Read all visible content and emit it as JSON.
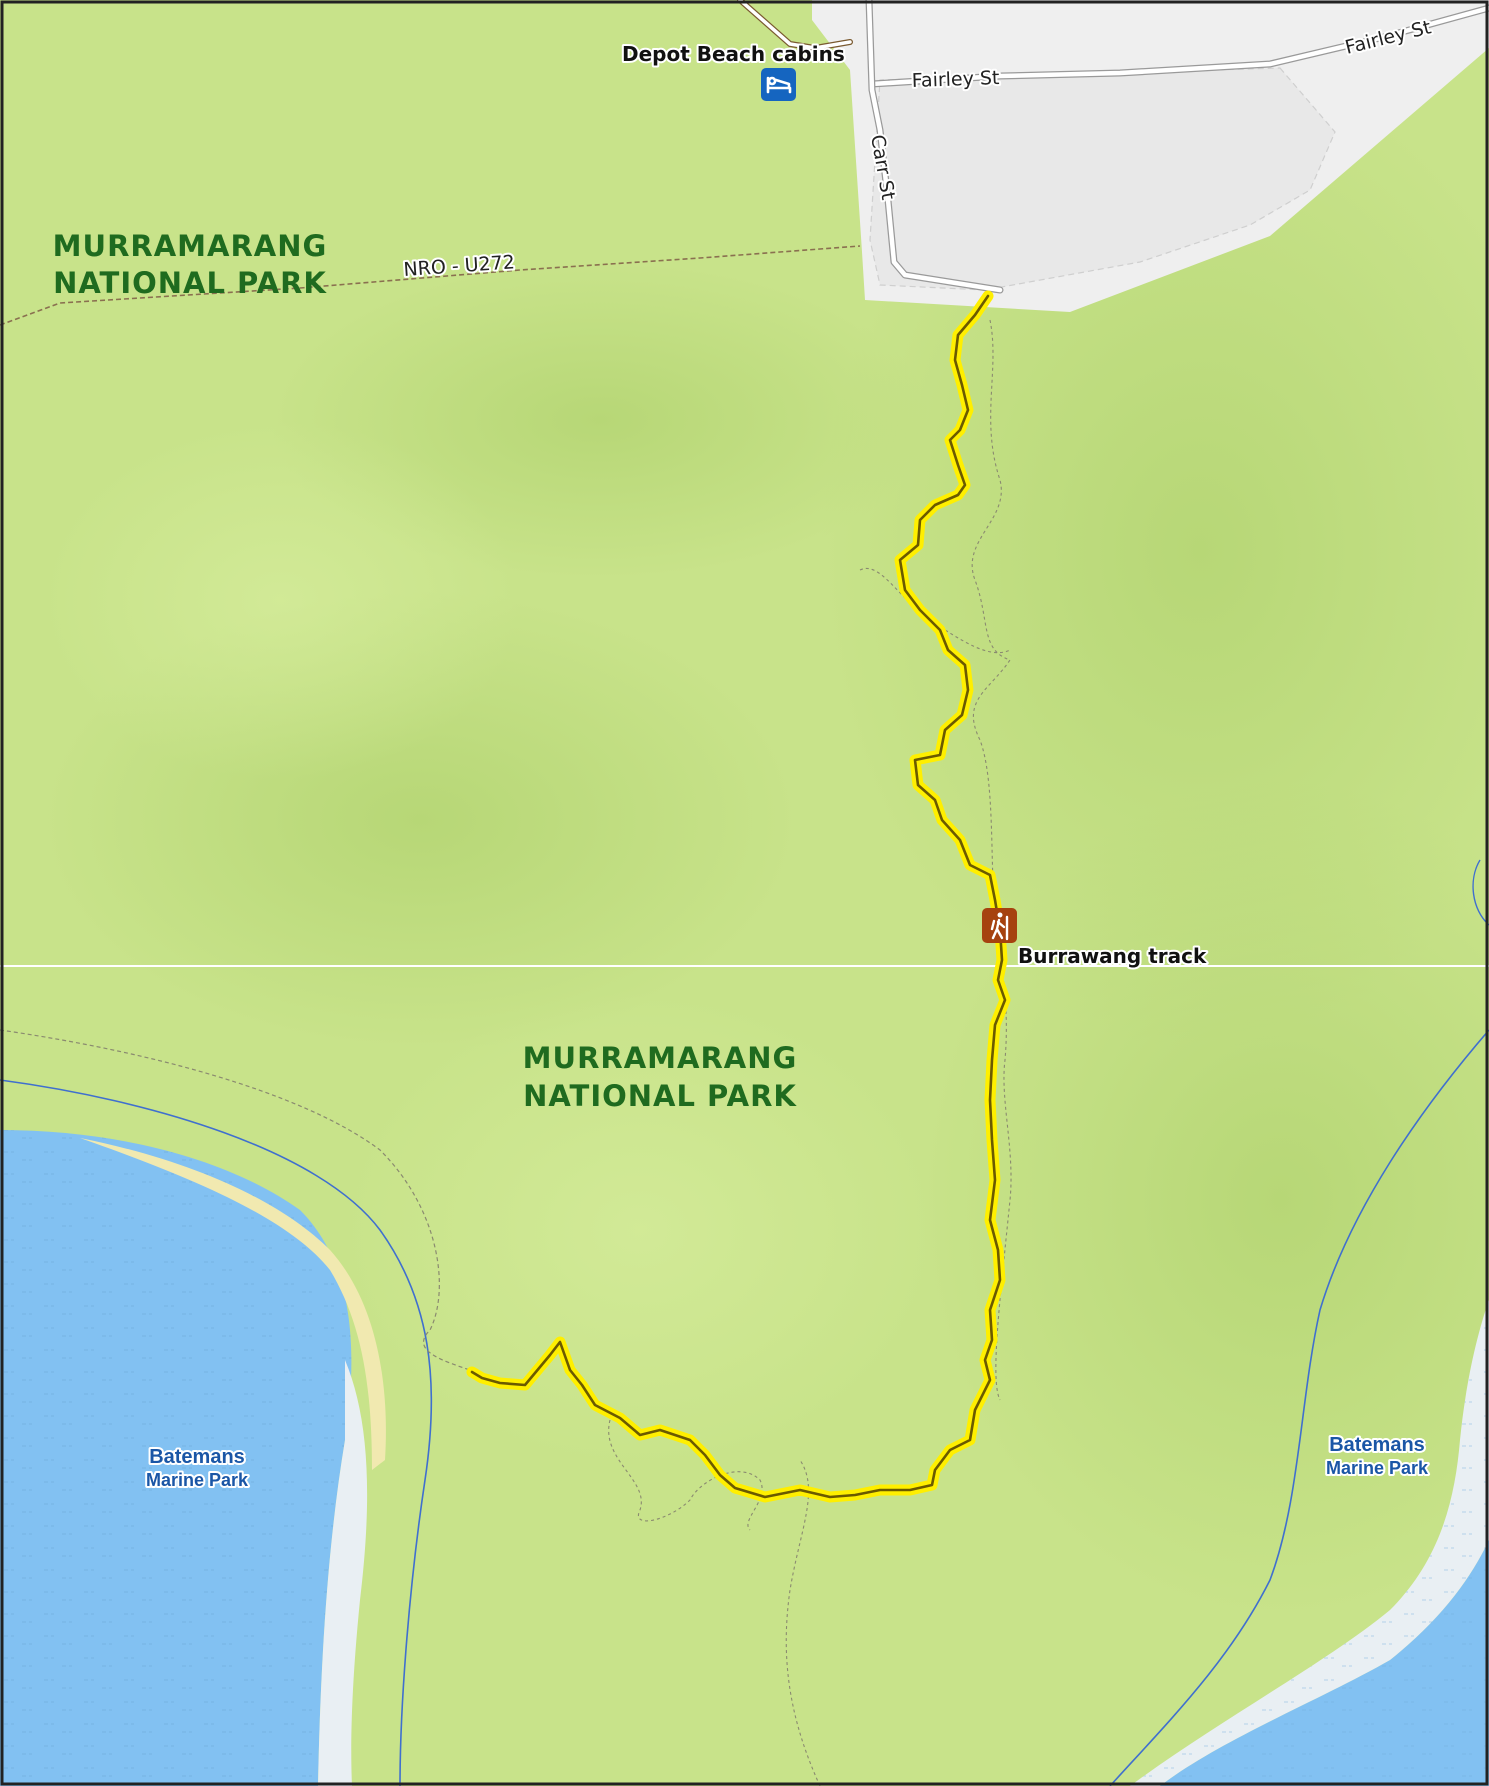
{
  "map": {
    "park_label_north_line1": "MURRAMARANG",
    "park_label_north_line2": "NATIONAL PARK",
    "park_label_south_line1": "MURRAMARANG",
    "park_label_south_line2": "NATIONAL PARK",
    "fire_trail_label": "NRO - U272",
    "marine_west_line1": "Batemans",
    "marine_west_line2": "Marine Park",
    "marine_east_line1": "Batemans",
    "marine_east_line2": "Marine Park"
  },
  "roads": {
    "fairley_west": "Fairley St",
    "fairley_east": "Fairley St",
    "carr": "Carr St"
  },
  "pois": {
    "cabins": {
      "label": "Depot Beach cabins",
      "icon": "bed-icon",
      "color": "#1565c0"
    },
    "track": {
      "label": "Burrawang track",
      "icon": "hiker-icon",
      "color": "#a6420f"
    }
  },
  "colors": {
    "park_green": "#c8e38a",
    "park_dark": "#b4d670",
    "water": "#82c1f2",
    "urban": "#efefef",
    "sand": "#f1e9b0",
    "track_highlight": "#ffef00",
    "track_line": "#6b5a00"
  }
}
